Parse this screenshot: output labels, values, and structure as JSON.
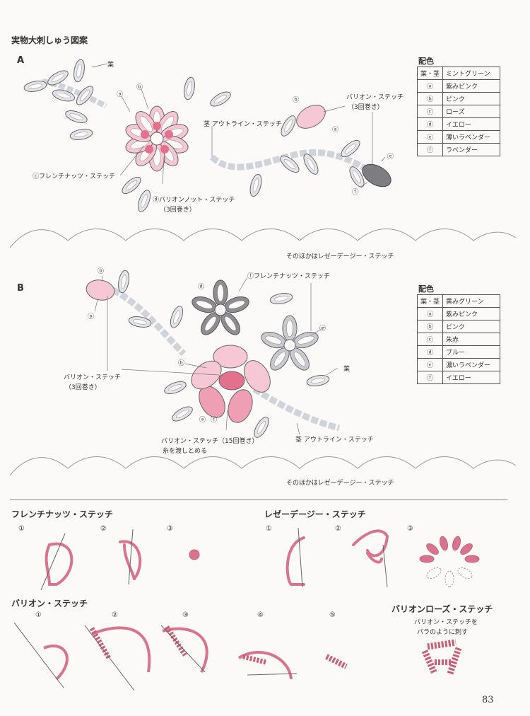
{
  "page_title": "実物大刺しゅう図案",
  "section_a": {
    "letter": "A",
    "legend_title": "配色",
    "legend": [
      {
        "key": "葉・茎",
        "value": "ミントグリーン"
      },
      {
        "key": "ⓐ",
        "value": "紫みピンク"
      },
      {
        "key": "ⓑ",
        "value": "ピンク"
      },
      {
        "key": "ⓒ",
        "value": "ローズ"
      },
      {
        "key": "ⓓ",
        "value": "イエロー"
      },
      {
        "key": "ⓔ",
        "value": "薄いラベンダー"
      },
      {
        "key": "ⓕ",
        "value": "ラベンダー"
      }
    ],
    "label_leaf": "葉",
    "label_a": "ⓐ",
    "label_b": "ⓑ",
    "label_stem": "茎 アウトライン・ステッチ",
    "label_french": "ⓒフレンチナッツ・ステッチ",
    "label_bullion_knot_1": "ⓓバリオンノット・ステッチ",
    "label_bullion_knot_2": "（3回巻き）",
    "label_bullion_1": "バリオン・ステッチ",
    "label_bullion_2": "（3回巻き）",
    "label_b2": "ⓑ",
    "label_a2": "ⓐ",
    "label_e": "ⓔ",
    "label_f": "ⓕ",
    "footer_note": "そのほかはレゼーデージー・ステッチ"
  },
  "section_b": {
    "letter": "B",
    "legend_title": "配色",
    "legend": [
      {
        "key": "葉・茎",
        "value": "黄みグリーン"
      },
      {
        "key": "ⓐ",
        "value": "紫みピンク"
      },
      {
        "key": "ⓑ",
        "value": "ピンク"
      },
      {
        "key": "ⓒ",
        "value": "朱赤"
      },
      {
        "key": "ⓓ",
        "value": "ブルー"
      },
      {
        "key": "ⓔ",
        "value": "濃いラベンダー"
      },
      {
        "key": "ⓕ",
        "value": "イエロー"
      }
    ],
    "label_b": "ⓑ",
    "label_a": "ⓐ",
    "label_french": "ⓕフレンチナッツ・ステッチ",
    "label_d": "ⓓ",
    "label_e": "ⓔ",
    "label_leaf": "葉",
    "label_b2": "ⓑ",
    "label_a2": "ⓐ",
    "label_c": "ⓒ",
    "label_bullion_1": "バリオン・ステッチ",
    "label_bullion_2": "（3回巻き）",
    "label_bullion15_1": "バリオン・ステッチ（15回巻き）",
    "label_bullion15_2": "糸を渡しとめる",
    "label_stem": "茎 アウトライン・ステッチ",
    "footer_note": "そのほかはレゼーデージー・ステッチ"
  },
  "french_knots": {
    "heading": "フレンチナッツ・ステッチ",
    "steps": [
      "①",
      "②",
      "③"
    ]
  },
  "lazy_daisy": {
    "heading": "レゼーデージー・ステッチ",
    "steps": [
      "①",
      "②",
      "③"
    ]
  },
  "bullion": {
    "heading": "バリオン・ステッチ",
    "steps": [
      "①",
      "②",
      "③",
      "④",
      "⑤"
    ]
  },
  "bullion_rose": {
    "heading": "バリオンローズ・ステッチ",
    "note_1": "バリオン・ステッチを",
    "note_2": "バラのように刺す"
  },
  "page_number": "83",
  "colors": {
    "mint_leaf": "#d9dde3",
    "pink_light": "#f6c8d6",
    "pink_mid": "#ef9fb4",
    "rose": "#e3708c",
    "gray_dark": "#7d7d82",
    "thread": "#d9748f"
  }
}
